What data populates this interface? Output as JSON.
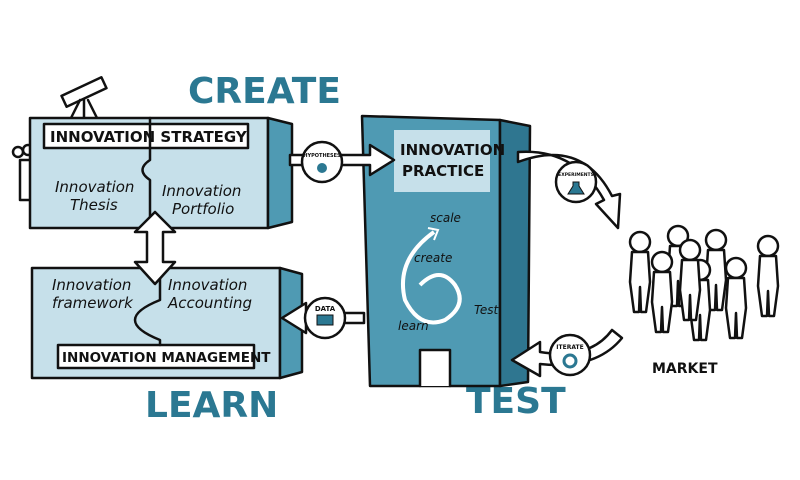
{
  "titles": {
    "create": "CREATE",
    "learn": "LEARN",
    "test": "TEST",
    "market": "MARKET"
  },
  "strategy": {
    "header": "INNOVATION STRATEGY",
    "left_line1": "Innovation",
    "left_line2": "Thesis",
    "right_line1": "Innovation",
    "right_line2": "Portfolio"
  },
  "management": {
    "footer": "INNOVATION MANAGEMENT",
    "left_line1": "Innovation",
    "left_line2": "framework",
    "right_line1": "Innovation",
    "right_line2": "Accounting"
  },
  "practice": {
    "line1": "INNOVATION",
    "line2": "PRACTICE",
    "cycle": {
      "scale": "scale",
      "create": "create",
      "test": "Test",
      "learn": "learn"
    }
  },
  "badges": {
    "hypotheses": "HYPOTHESES",
    "data": "DATA",
    "experiments": "EXPERIMENTS",
    "iterate": "ITERATE"
  },
  "colors": {
    "teal": "#2b7892",
    "light": "#c6e0ea",
    "tower": "#4f9ab3",
    "dark": "#2f7690"
  }
}
